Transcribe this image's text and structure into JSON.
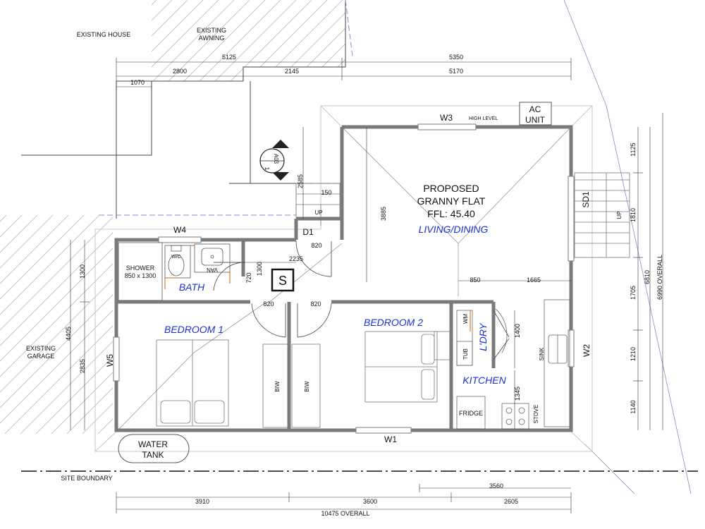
{
  "context_labels": {
    "existing_house": "EXISTING HOUSE",
    "existing_awning_1": "EXISTING",
    "existing_awning_2": "AWNING",
    "existing_garage_1": "EXISTING",
    "existing_garage_2": "GARAGE",
    "site_boundary": "SITE BOUNDARY",
    "water_tank_1": "WATER",
    "water_tank_2": "TANK",
    "ac_unit_1": "AC",
    "ac_unit_2": "UNIT"
  },
  "title": {
    "line1": "PROPOSED",
    "line2": "GRANNY FLAT",
    "line3": "FFL: 45.40"
  },
  "rooms": {
    "living": "LIVING/DINING",
    "bedroom1": "BEDROOM 1",
    "bedroom2": "BEDROOM 2",
    "bath": "BATH",
    "laundry": "L'DRY",
    "kitchen": "KITCHEN"
  },
  "fixtures": {
    "shower_1": "SHOWER",
    "shower_2": "850 x 1300",
    "wc": "W/C",
    "van": "VAN",
    "bir1": "BIW",
    "bir2": "BIW",
    "wm": "WM",
    "tub": "TUB",
    "sink": "SINK",
    "fridge": "FRIDGE",
    "stove": "STOVE",
    "s_box": "S",
    "up1": "UP",
    "up2": "UP"
  },
  "openings": {
    "w1": "W1",
    "w2": "W2",
    "w3": "W3",
    "w3_note": "HIGH LEVEL",
    "w4": "W4",
    "w5": "W5",
    "d1": "D1",
    "sd1": "SD1"
  },
  "section_marker": {
    "sheet": "A03",
    "number": "1"
  },
  "dims_top": {
    "d5125": "5125",
    "d5350": "5350",
    "d2800": "2800",
    "d2145": "2145",
    "d5170": "5170",
    "d1070": "1070",
    "d2585": "2585",
    "d150": "150",
    "d3885": "3885",
    "d820a": "820",
    "d2235": "2235",
    "d1300b": "1300",
    "d720": "720",
    "d820b": "820",
    "d820c": "820",
    "d850": "850",
    "d1665": "1665",
    "d1400": "1400",
    "d1345": "1345"
  },
  "dims_left": {
    "d1300": "1300",
    "d4405": "4405",
    "d2835": "2835"
  },
  "dims_right": {
    "d1125": "1125",
    "d1810": "1810",
    "d1705": "1705",
    "d1210": "1210",
    "d1140": "1140",
    "d6810": "6810",
    "d6990": "6990 OVERALL"
  },
  "dims_bottom": {
    "d3910": "3910",
    "d3600": "3600",
    "d3560": "3560",
    "d2605": "2605",
    "overall": "10475 OVERALL"
  }
}
